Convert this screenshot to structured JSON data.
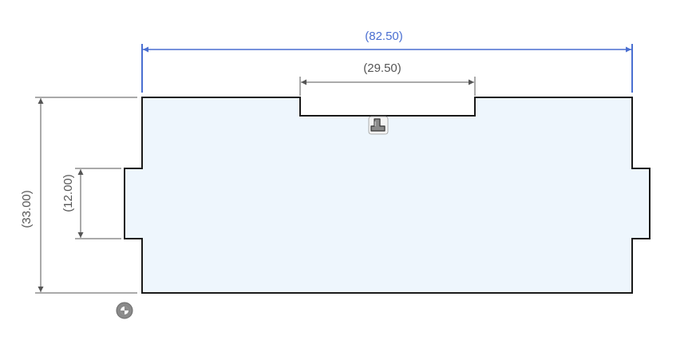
{
  "sketch": {
    "profile": {
      "fill_color": "#eef6fd",
      "stroke_color": "#1a1a1a"
    },
    "dimensions": {
      "overall_width": {
        "label": "(82.50)",
        "color": "#4a6fd1"
      },
      "slot_width": {
        "label": "(29.50)",
        "color": "#555555"
      },
      "overall_height": {
        "label": "(33.00)",
        "color": "#555555"
      },
      "tab_height": {
        "label": "(12.00)",
        "color": "#555555"
      }
    },
    "icons": {
      "constraint": "horizontal-constraint-icon",
      "origin": "origin-icon"
    }
  }
}
